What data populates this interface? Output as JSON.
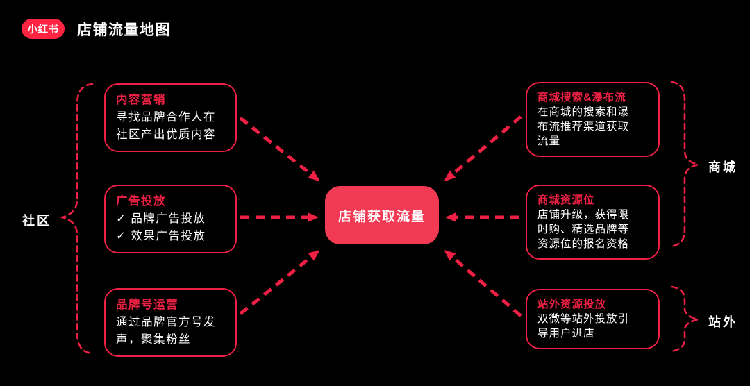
{
  "colors": {
    "accent": "#ee2043",
    "center_fill": "#f23a54",
    "logo_red": "#ff2442",
    "bg": "#000000",
    "text_white": "#ffffff"
  },
  "header": {
    "logo_text": "小红书",
    "title": "店铺流量地图"
  },
  "center_node": {
    "label": "店铺获取流量"
  },
  "group_labels": {
    "left": "社区",
    "right_top": "商城",
    "right_bottom": "站外"
  },
  "left_cards": [
    {
      "title": "内容营销",
      "lines": [
        "寻找品牌合作人在",
        "社区产出优质内容"
      ]
    },
    {
      "title": "广告投放",
      "lines": [
        "✓ 品牌广告投放",
        "✓ 效果广告投放"
      ]
    },
    {
      "title": "品牌号运营",
      "lines": [
        "通过品牌官方号发",
        "声，聚集粉丝"
      ]
    }
  ],
  "right_cards": [
    {
      "title": "商城搜索&瀑布流",
      "lines": [
        "在商城的搜索和瀑",
        "布流推荐渠道获取",
        "流量"
      ]
    },
    {
      "title": "商城资源位",
      "lines": [
        "店铺升级，获得限",
        "时购、精选品牌等",
        "资源位的报名资格"
      ]
    },
    {
      "title": "站外资源投放",
      "lines": [
        "双微等站外投放引",
        "导用户进店"
      ]
    }
  ]
}
